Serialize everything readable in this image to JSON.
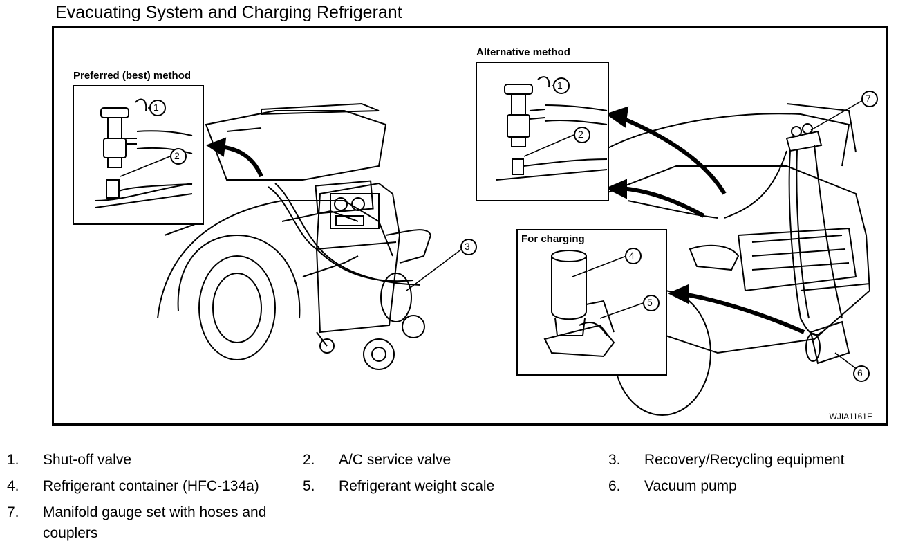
{
  "title": "Evacuating System and Charging Refrigerant",
  "insets": {
    "preferred": "Preferred (best) method",
    "alternative": "Alternative method",
    "charging": "For charging"
  },
  "figure_code": "WJIA1161E",
  "callouts": [
    "1",
    "2",
    "3",
    "4",
    "5",
    "6",
    "7"
  ],
  "legend": [
    {
      "num": "1.",
      "text": "Shut-off valve"
    },
    {
      "num": "2.",
      "text": "A/C service valve"
    },
    {
      "num": "3.",
      "text": "Recovery/Recycling equipment"
    },
    {
      "num": "4.",
      "text": "Refrigerant container (HFC-134a)"
    },
    {
      "num": "5.",
      "text": "Refrigerant weight scale"
    },
    {
      "num": "6.",
      "text": "Vacuum pump"
    },
    {
      "num": "7.",
      "text": "Manifold gauge set with hoses and couplers"
    }
  ]
}
